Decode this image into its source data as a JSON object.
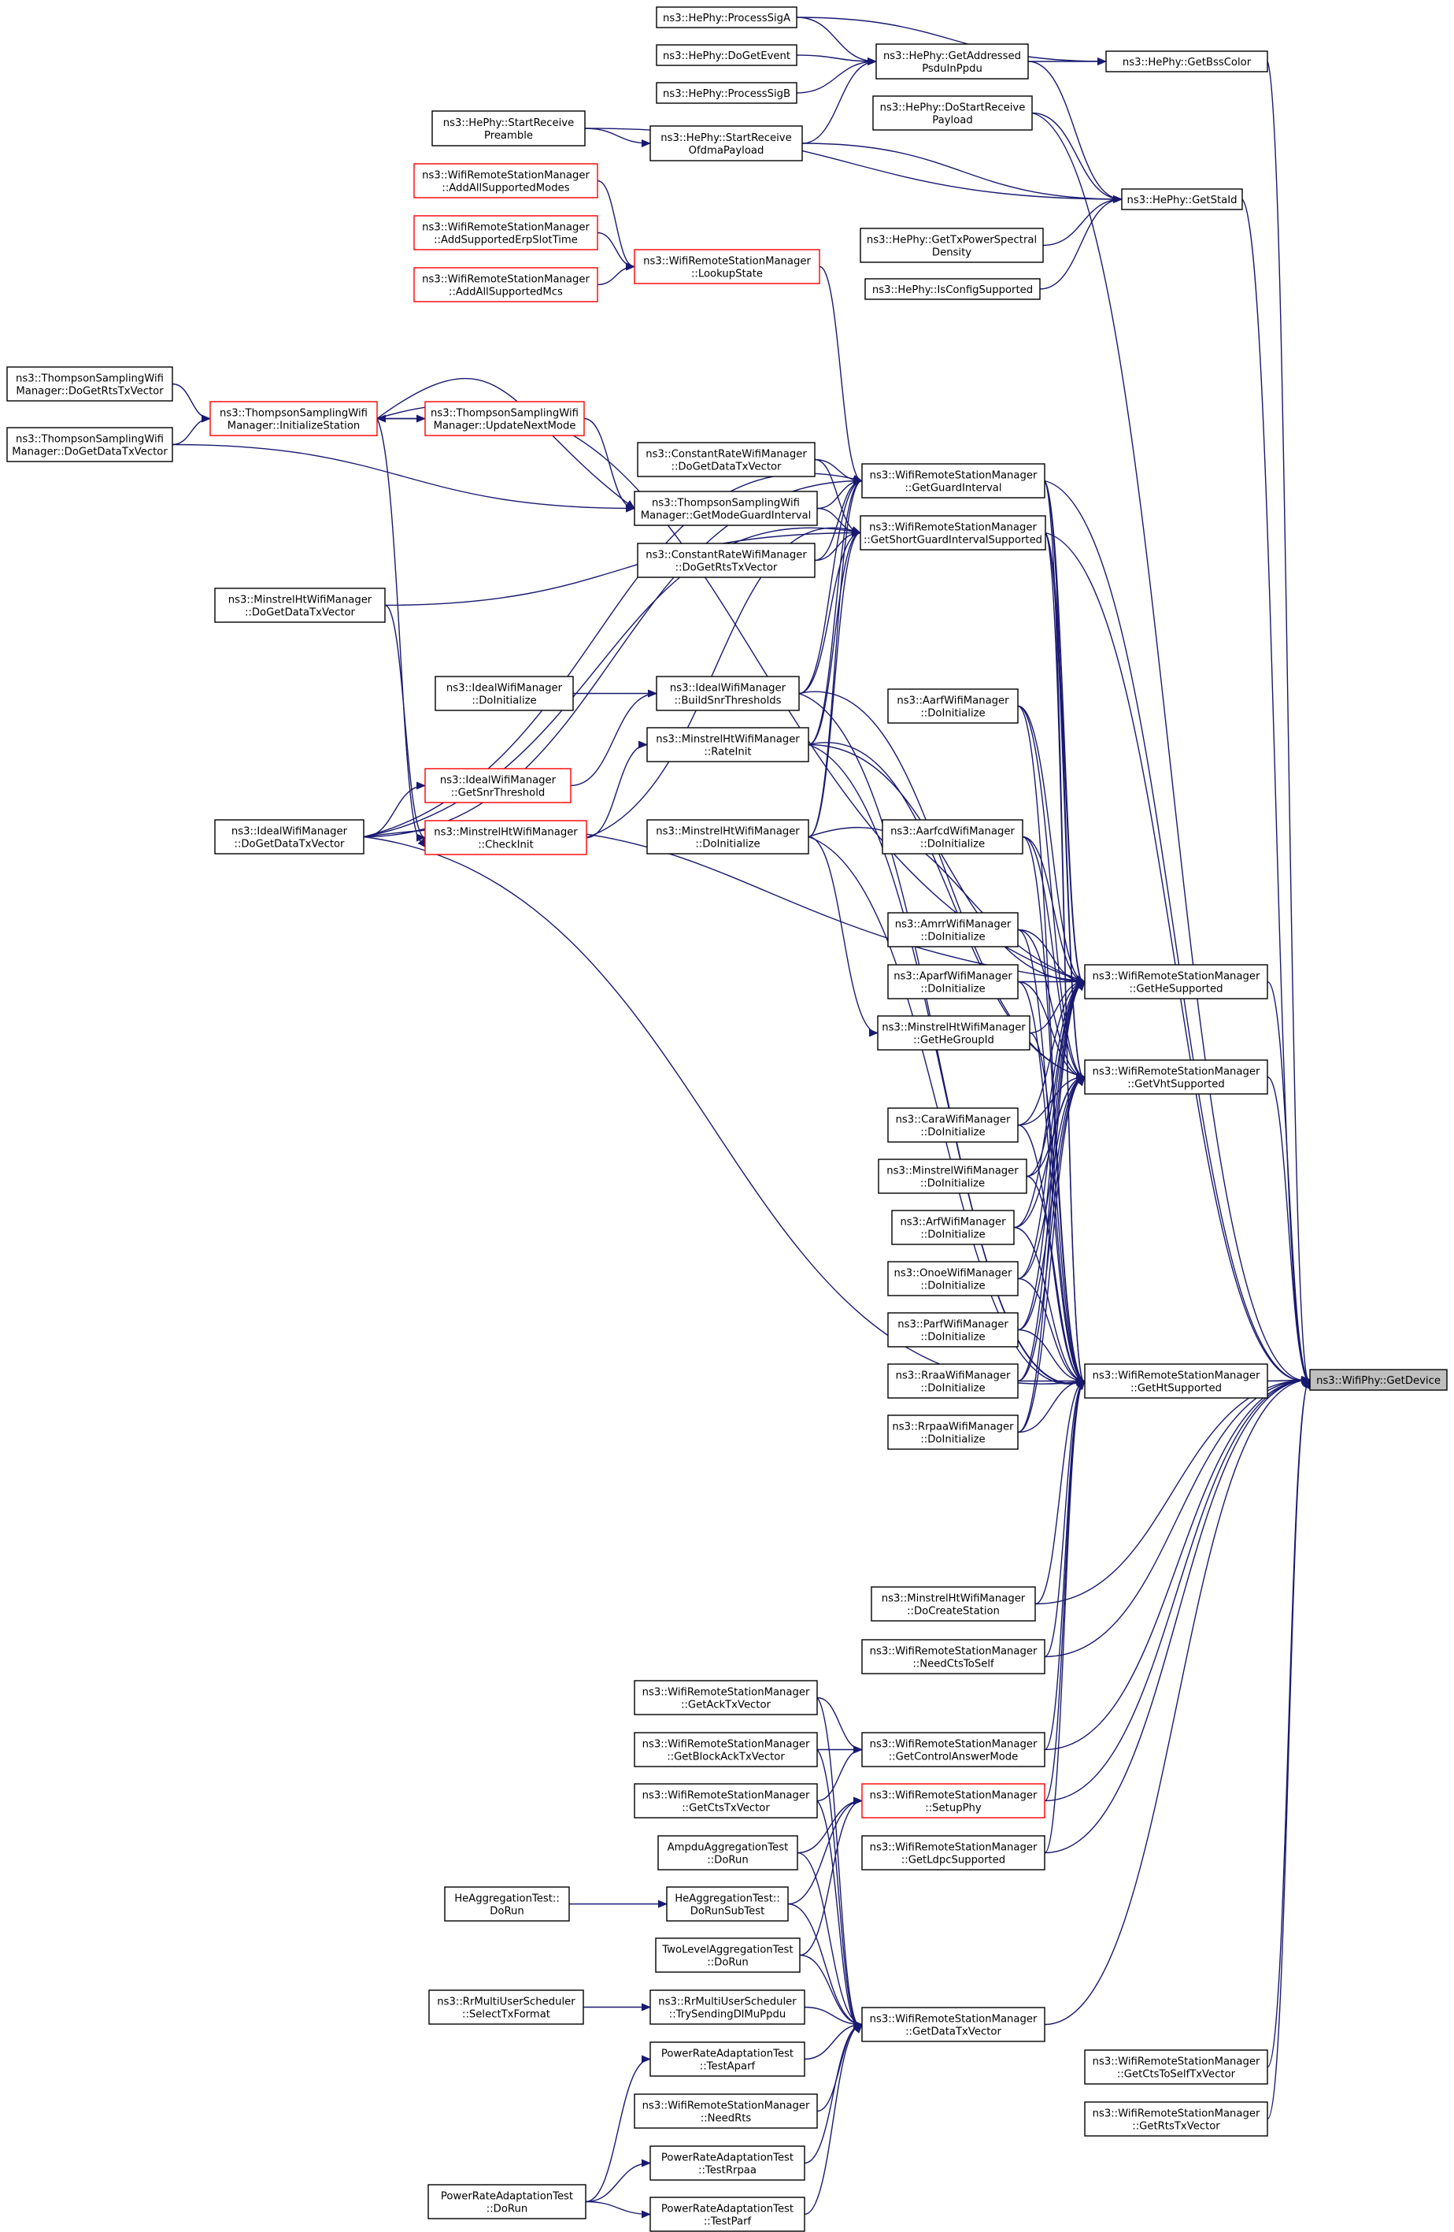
{
  "graph": {
    "root": "ns3::WifiPhy::GetDevice",
    "nodes": [
      {
        "id": "n1",
        "lines": [
          "ns3::HePhy::ProcessSigA"
        ]
      },
      {
        "id": "n2",
        "lines": [
          "ns3::HePhy::DoGetEvent"
        ]
      },
      {
        "id": "n3",
        "lines": [
          "ns3::HePhy::ProcessSigB"
        ]
      },
      {
        "id": "n4",
        "lines": [
          "ns3::HePhy::GetAddressed",
          "PsduInPpdu"
        ]
      },
      {
        "id": "n5",
        "lines": [
          "ns3::HePhy::GetBssColor"
        ]
      },
      {
        "id": "n6",
        "lines": [
          "ns3::HePhy::DoStartReceive",
          "Payload"
        ]
      },
      {
        "id": "n7",
        "lines": [
          "ns3::HePhy::StartReceive",
          "Preamble"
        ]
      },
      {
        "id": "n8",
        "lines": [
          "ns3::HePhy::StartReceive",
          "OfdmaPayload"
        ]
      },
      {
        "id": "n9",
        "lines": [
          "ns3::HePhy::GetStaId"
        ]
      },
      {
        "id": "n10",
        "lines": [
          "ns3::HePhy::GetTxPowerSpectral",
          "Density"
        ]
      },
      {
        "id": "n11",
        "lines": [
          "ns3::HePhy::IsConfigSupported"
        ]
      },
      {
        "id": "n12",
        "lines": [
          "ns3::WifiRemoteStationManager",
          "::AddAllSupportedModes"
        ],
        "red": true
      },
      {
        "id": "n13",
        "lines": [
          "ns3::WifiRemoteStationManager",
          "::AddSupportedErpSlotTime"
        ],
        "red": true
      },
      {
        "id": "n14",
        "lines": [
          "ns3::WifiRemoteStationManager",
          "::AddAllSupportedMcs"
        ],
        "red": true
      },
      {
        "id": "n15",
        "lines": [
          "ns3::WifiRemoteStationManager",
          "::LookupState"
        ],
        "red": true
      },
      {
        "id": "n16",
        "lines": [
          "ns3::ThompsonSamplingWifi",
          "Manager::DoGetRtsTxVector"
        ]
      },
      {
        "id": "n17",
        "lines": [
          "ns3::ThompsonSamplingWifi",
          "Manager::InitializeStation"
        ],
        "red": true
      },
      {
        "id": "n18",
        "lines": [
          "ns3::ThompsonSamplingWifi",
          "Manager::UpdateNextMode"
        ],
        "red": true
      },
      {
        "id": "n19",
        "lines": [
          "ns3::ThompsonSamplingWifi",
          "Manager::DoGetDataTxVector"
        ]
      },
      {
        "id": "n20",
        "lines": [
          "ns3::ConstantRateWifiManager",
          "::DoGetDataTxVector"
        ]
      },
      {
        "id": "n21",
        "lines": [
          "ns3::ThompsonSamplingWifi",
          "Manager::GetModeGuardInterval"
        ]
      },
      {
        "id": "n22",
        "lines": [
          "ns3::ConstantRateWifiManager",
          "::DoGetRtsTxVector"
        ]
      },
      {
        "id": "n23",
        "lines": [
          "ns3::WifiRemoteStationManager",
          "::GetGuardInterval"
        ]
      },
      {
        "id": "n24",
        "lines": [
          "ns3::WifiRemoteStationManager",
          "::GetShortGuardIntervalSupported"
        ]
      },
      {
        "id": "n25",
        "lines": [
          "ns3::MinstrelHtWifiManager",
          "::DoGetDataTxVector"
        ]
      },
      {
        "id": "n26",
        "lines": [
          "ns3::IdealWifiManager",
          "::DoInitialize"
        ]
      },
      {
        "id": "n27",
        "lines": [
          "ns3::IdealWifiManager",
          "::BuildSnrThresholds"
        ]
      },
      {
        "id": "n28",
        "lines": [
          "ns3::MinstrelHtWifiManager",
          "::RateInit"
        ]
      },
      {
        "id": "n29",
        "lines": [
          "ns3::IdealWifiManager",
          "::GetSnrThreshold"
        ],
        "red": true
      },
      {
        "id": "n30",
        "lines": [
          "ns3::IdealWifiManager",
          "::DoGetDataTxVector"
        ]
      },
      {
        "id": "n31",
        "lines": [
          "ns3::MinstrelHtWifiManager",
          "::CheckInit"
        ],
        "red": true
      },
      {
        "id": "n32",
        "lines": [
          "ns3::MinstrelHtWifiManager",
          "::DoInitialize"
        ]
      },
      {
        "id": "n33",
        "lines": [
          "ns3::AarfWifiManager",
          "::DoInitialize"
        ]
      },
      {
        "id": "n34",
        "lines": [
          "ns3::AarfcdWifiManager",
          "::DoInitialize"
        ]
      },
      {
        "id": "n35",
        "lines": [
          "ns3::AmrrWifiManager",
          "::DoInitialize"
        ]
      },
      {
        "id": "n36",
        "lines": [
          "ns3::AparfWifiManager",
          "::DoInitialize"
        ]
      },
      {
        "id": "n37",
        "lines": [
          "ns3::MinstrelHtWifiManager",
          "::GetHeGroupId"
        ]
      },
      {
        "id": "n38",
        "lines": [
          "ns3::WifiRemoteStationManager",
          "::GetHeSupported"
        ]
      },
      {
        "id": "n39",
        "lines": [
          "ns3::WifiRemoteStationManager",
          "::GetVhtSupported"
        ]
      },
      {
        "id": "n40",
        "lines": [
          "ns3::CaraWifiManager",
          "::DoInitialize"
        ]
      },
      {
        "id": "n41",
        "lines": [
          "ns3::MinstrelWifiManager",
          "::DoInitialize"
        ]
      },
      {
        "id": "n42",
        "lines": [
          "ns3::ArfWifiManager",
          "::DoInitialize"
        ]
      },
      {
        "id": "n43",
        "lines": [
          "ns3::OnoeWifiManager",
          "::DoInitialize"
        ]
      },
      {
        "id": "n44",
        "lines": [
          "ns3::ParfWifiManager",
          "::DoInitialize"
        ]
      },
      {
        "id": "n45",
        "lines": [
          "ns3::RraaWifiManager",
          "::DoInitialize"
        ]
      },
      {
        "id": "n46",
        "lines": [
          "ns3::RrpaaWifiManager",
          "::DoInitialize"
        ]
      },
      {
        "id": "n47",
        "lines": [
          "ns3::WifiRemoteStationManager",
          "::GetHtSupported"
        ]
      },
      {
        "id": "n48",
        "lines": [
          "ns3::WifiPhy::GetDevice"
        ],
        "root": true
      },
      {
        "id": "n49",
        "lines": [
          "ns3::MinstrelHtWifiManager",
          "::DoCreateStation"
        ]
      },
      {
        "id": "n50",
        "lines": [
          "ns3::WifiRemoteStationManager",
          "::NeedCtsToSelf"
        ]
      },
      {
        "id": "n51",
        "lines": [
          "ns3::WifiRemoteStationManager",
          "::GetAckTxVector"
        ]
      },
      {
        "id": "n52",
        "lines": [
          "ns3::WifiRemoteStationManager",
          "::GetBlockAckTxVector"
        ]
      },
      {
        "id": "n53",
        "lines": [
          "ns3::WifiRemoteStationManager",
          "::GetControlAnswerMode"
        ]
      },
      {
        "id": "n54",
        "lines": [
          "ns3::WifiRemoteStationManager",
          "::GetCtsTxVector"
        ]
      },
      {
        "id": "n55",
        "lines": [
          "ns3::WifiRemoteStationManager",
          "::SetupPhy"
        ],
        "red": true
      },
      {
        "id": "n56",
        "lines": [
          "AmpduAggregationTest",
          "::DoRun"
        ]
      },
      {
        "id": "n57",
        "lines": [
          "ns3::WifiRemoteStationManager",
          "::GetLdpcSupported"
        ]
      },
      {
        "id": "n58",
        "lines": [
          "HeAggregationTest::",
          "DoRun"
        ]
      },
      {
        "id": "n59",
        "lines": [
          "HeAggregationTest::",
          "DoRunSubTest"
        ]
      },
      {
        "id": "n60",
        "lines": [
          "TwoLevelAggregationTest",
          "::DoRun"
        ]
      },
      {
        "id": "n61",
        "lines": [
          "ns3::RrMultiUserScheduler",
          "::SelectTxFormat"
        ]
      },
      {
        "id": "n62",
        "lines": [
          "ns3::RrMultiUserScheduler",
          "::TrySendingDlMuPpdu"
        ]
      },
      {
        "id": "n63",
        "lines": [
          "ns3::WifiRemoteStationManager",
          "::GetDataTxVector"
        ]
      },
      {
        "id": "n64",
        "lines": [
          "PowerRateAdaptationTest",
          "::TestAparf"
        ]
      },
      {
        "id": "n65",
        "lines": [
          "ns3::WifiRemoteStationManager",
          "::NeedRts"
        ]
      },
      {
        "id": "n66",
        "lines": [
          "PowerRateAdaptationTest",
          "::DoRun"
        ]
      },
      {
        "id": "n67",
        "lines": [
          "PowerRateAdaptationTest",
          "::TestRrpaa"
        ]
      },
      {
        "id": "n68",
        "lines": [
          "PowerRateAdaptationTest",
          "::TestParf"
        ]
      },
      {
        "id": "n69",
        "lines": [
          "ns3::WifiRemoteStationManager",
          "::GetCtsToSelfTxVector"
        ]
      },
      {
        "id": "n70",
        "lines": [
          "ns3::WifiRemoteStationManager",
          "::GetRtsTxVector"
        ]
      }
    ]
  }
}
